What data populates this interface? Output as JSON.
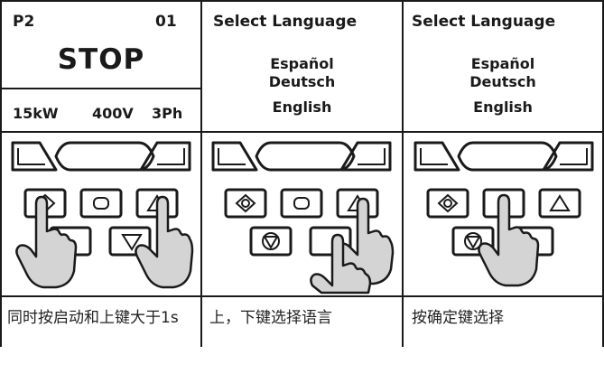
{
  "columns": [
    {
      "display": {
        "row1_left": "P2",
        "row1_right": "01",
        "big": "STOP",
        "spec_kw": "15kW",
        "spec_v": "400V",
        "spec_ph": "3Ph"
      },
      "instruction": "同时按启动和上键大于1s"
    },
    {
      "display": {
        "title": "Select Language",
        "lang1": "Español",
        "lang2": "Deutsch",
        "lang3": "English"
      },
      "instruction": "上，下键选择语言"
    },
    {
      "display": {
        "title": "Select Language",
        "lang1": "Español",
        "lang2": "Deutsch",
        "lang3": "English"
      },
      "instruction": "按确定键选择"
    }
  ],
  "icons": [
    "start-key-icon",
    "ok-key-icon",
    "up-key-icon",
    "stop-key-icon",
    "down-key-icon",
    "hand-pointer-icon"
  ]
}
